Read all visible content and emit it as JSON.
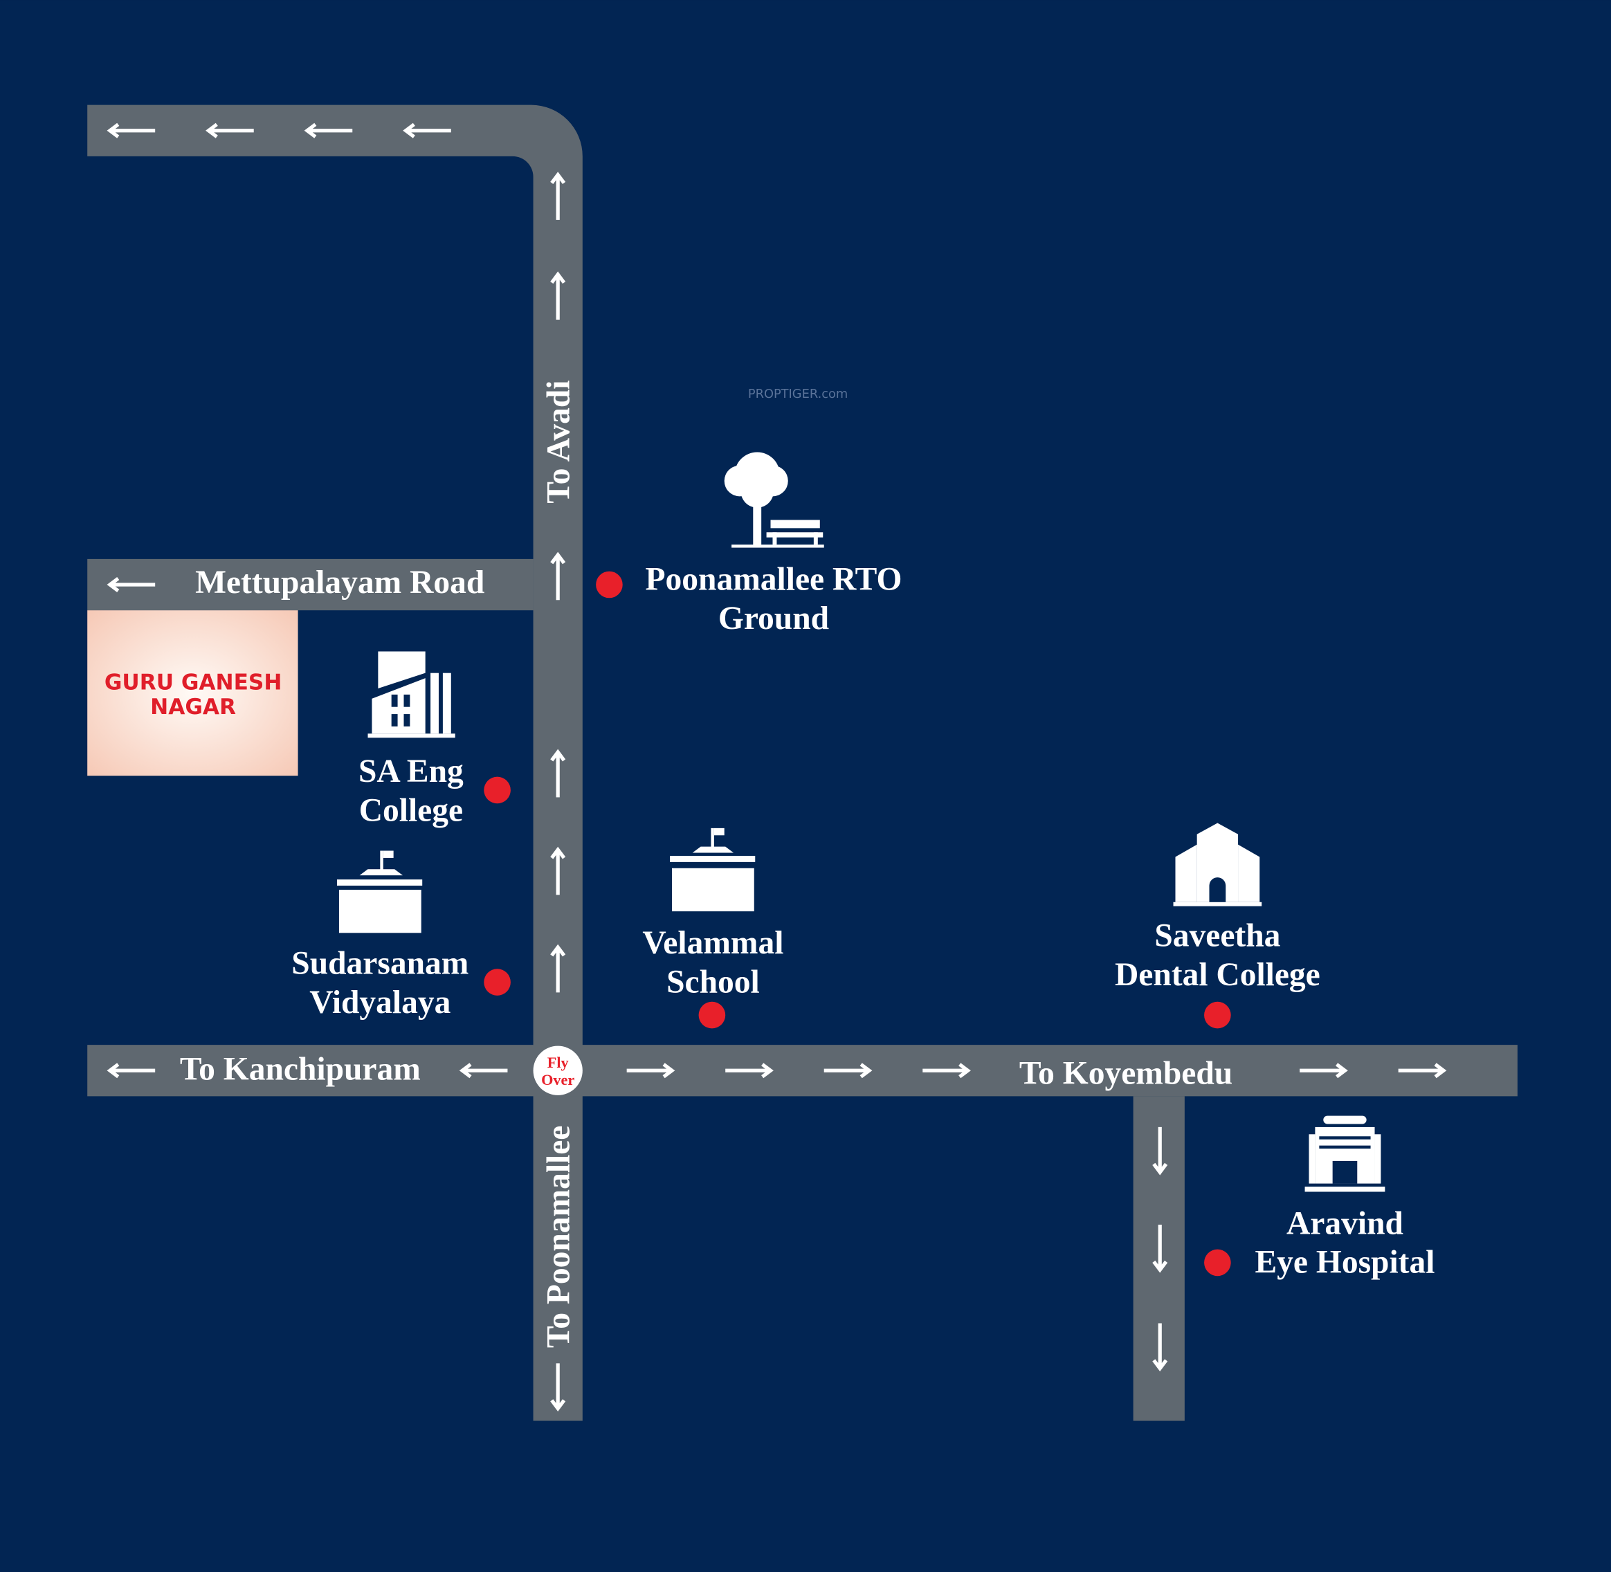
{
  "colors": {
    "background": "#022553",
    "road": "#5f6870",
    "marker": "#e8202a",
    "project_text": "#e01e2a"
  },
  "watermark": "PROPTIGER.com",
  "project": {
    "line1": "GURU GANESH",
    "line2": "NAGAR"
  },
  "roads": {
    "to_avadi": "To Avadi",
    "mettupalayam": "Mettupalayam Road",
    "to_kanchipuram": "To Kanchipuram",
    "to_koyembedu": "To Koyembedu",
    "to_poonamallee": "To Poonamallee",
    "flyover": {
      "line1": "Fly",
      "line2": "Over"
    }
  },
  "landmarks": [
    {
      "line1": "Poonamallee RTO",
      "line2": "Ground",
      "icon": "park-icon"
    },
    {
      "line1": "SA Eng",
      "line2": "College",
      "icon": "college-building-icon"
    },
    {
      "line1": "Sudarsanam",
      "line2": "Vidyalaya",
      "icon": "school-icon"
    },
    {
      "line1": "Velammal",
      "line2": "School",
      "icon": "school-icon"
    },
    {
      "line1": "Saveetha",
      "line2": "Dental College",
      "icon": "college-icon"
    },
    {
      "line1": "Aravind",
      "line2": "Eye Hospital",
      "icon": "hospital-icon"
    }
  ]
}
